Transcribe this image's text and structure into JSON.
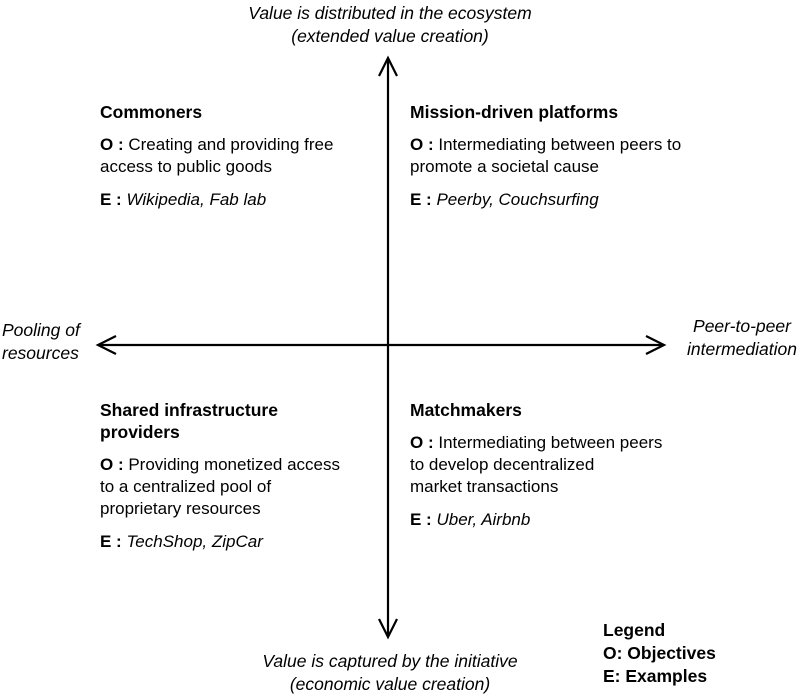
{
  "colors": {
    "background": "#ffffff",
    "text": "#000000",
    "axis_line": "#000000"
  },
  "axis": {
    "top": "Value is distributed in the ecosystem\n(extended value creation)",
    "bottom": "Value is captured by the initiative\n(economic value creation)",
    "left": "Pooling of\nresources",
    "right": "Peer-to-peer\nintermediation"
  },
  "quadrants": {
    "top_left": {
      "title": "Commoners",
      "objective_prefix": "O :",
      "objective": "Creating and providing free\naccess to public goods",
      "examples_prefix": "E :",
      "examples": "Wikipedia, Fab lab"
    },
    "top_right": {
      "title": "Mission-driven platforms",
      "objective_prefix": "O :",
      "objective": "Intermediating between peers to\npromote a societal cause",
      "examples_prefix": "E :",
      "examples": "Peerby, Couchsurfing"
    },
    "bottom_left": {
      "title": "Shared infrastructure\nproviders",
      "objective_prefix": "O :",
      "objective": "Providing monetized access\nto a centralized pool of\nproprietary resources",
      "examples_prefix": "E :",
      "examples": "TechShop, ZipCar"
    },
    "bottom_right": {
      "title": "Matchmakers",
      "objective_prefix": "O :",
      "objective": "Intermediating between peers\nto develop decentralized\nmarket transactions",
      "examples_prefix": "E :",
      "examples": "Uber, Airbnb"
    }
  },
  "legend": {
    "title": "Legend",
    "objectives": "O: Objectives",
    "examples": "E: Examples"
  }
}
